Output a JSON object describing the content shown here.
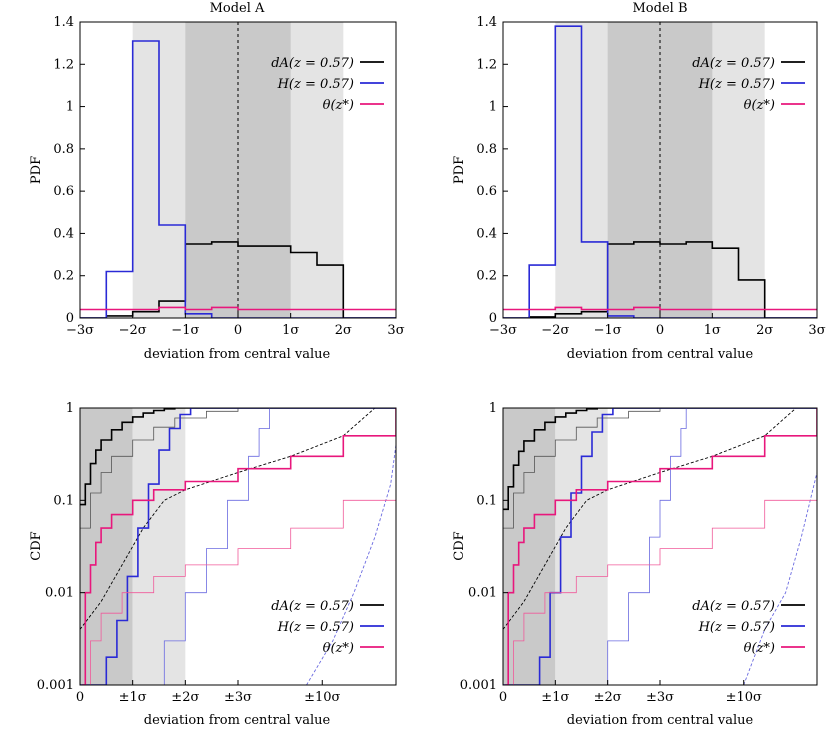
{
  "chart_data": [
    {
      "type": "histogram",
      "title": "Model A",
      "xlabel": "deviation from central value",
      "ylabel": "PDF",
      "xlim": [
        -3,
        3
      ],
      "ylim": [
        0,
        1.4
      ],
      "x_ticks": [
        -3,
        -2,
        -1,
        0,
        1,
        2,
        3
      ],
      "x_tick_labels": [
        "−3σ",
        "−2σ",
        "−1σ",
        "0",
        "1σ",
        "2σ",
        "3σ"
      ],
      "y_ticks": [
        0,
        0.2,
        0.4,
        0.6,
        0.8,
        1,
        1.2,
        1.4
      ],
      "y_tick_labels": [
        "0",
        "0.2",
        "0.4",
        "0.6",
        "0.8",
        "1",
        "1.2",
        "1.4"
      ],
      "bands": [
        {
          "from": -2,
          "to": 2,
          "shade": "light"
        },
        {
          "from": -1,
          "to": 1,
          "shade": "dark"
        }
      ],
      "center_line": 0,
      "legend_position": "top-right",
      "series": [
        {
          "name": "d_A(z = 0.57)",
          "color": "#000000",
          "edges": [
            -3,
            -2.5,
            -2,
            -1.5,
            -1,
            -0.5,
            0,
            0.5,
            1,
            1.5,
            2,
            2.5,
            3
          ],
          "values": [
            0,
            0.01,
            0.03,
            0.08,
            0.35,
            0.36,
            0.34,
            0.34,
            0.31,
            0.25,
            0,
            0
          ]
        },
        {
          "name": "H(z = 0.57)",
          "color": "#2a2ad6",
          "edges": [
            -3,
            -2.5,
            -2,
            -1.5,
            -1,
            -0.5,
            0,
            0.5,
            1,
            1.5,
            2,
            2.5,
            3
          ],
          "values": [
            0,
            0.22,
            1.31,
            0.44,
            0.02,
            0,
            0,
            0,
            0,
            0,
            0,
            0
          ]
        },
        {
          "name": "θ(z_*)",
          "color": "#e8177c",
          "edges": [
            -3,
            -2.5,
            -2,
            -1.5,
            -1,
            -0.5,
            0,
            0.5,
            1,
            1.5,
            2,
            2.5,
            3
          ],
          "values": [
            0.04,
            0.04,
            0.04,
            0.05,
            0.04,
            0.05,
            0.04,
            0.04,
            0.04,
            0.04,
            0.04,
            0.04
          ]
        }
      ]
    },
    {
      "type": "histogram",
      "title": "Model B",
      "xlabel": "deviation from central value",
      "ylabel": "PDF",
      "xlim": [
        -3,
        3
      ],
      "ylim": [
        0,
        1.4
      ],
      "x_ticks": [
        -3,
        -2,
        -1,
        0,
        1,
        2,
        3
      ],
      "x_tick_labels": [
        "−3σ",
        "−2σ",
        "−1σ",
        "0",
        "1σ",
        "2σ",
        "3σ"
      ],
      "y_ticks": [
        0,
        0.2,
        0.4,
        0.6,
        0.8,
        1,
        1.2,
        1.4
      ],
      "y_tick_labels": [
        "0",
        "0.2",
        "0.4",
        "0.6",
        "0.8",
        "1",
        "1.2",
        "1.4"
      ],
      "bands": [
        {
          "from": -2,
          "to": 2,
          "shade": "light"
        },
        {
          "from": -1,
          "to": 1,
          "shade": "dark"
        }
      ],
      "center_line": 0,
      "legend_position": "top-right",
      "series": [
        {
          "name": "d_A(z = 0.57)",
          "color": "#000000",
          "edges": [
            -3,
            -2.5,
            -2,
            -1.5,
            -1,
            -0.5,
            0,
            0.5,
            1,
            1.5,
            2,
            2.5,
            3
          ],
          "values": [
            0,
            0.005,
            0.02,
            0.03,
            0.35,
            0.36,
            0.35,
            0.36,
            0.33,
            0.18,
            0,
            0
          ]
        },
        {
          "name": "H(z = 0.57)",
          "color": "#2a2ad6",
          "edges": [
            -3,
            -2.5,
            -2,
            -1.5,
            -1,
            -0.5,
            0,
            0.5,
            1,
            1.5,
            2,
            2.5,
            3
          ],
          "values": [
            0,
            0.25,
            1.38,
            0.36,
            0.01,
            0,
            0,
            0,
            0,
            0,
            0,
            0
          ]
        },
        {
          "name": "θ(z_*)",
          "color": "#e8177c",
          "edges": [
            -3,
            -2.5,
            -2,
            -1.5,
            -1,
            -0.5,
            0,
            0.5,
            1,
            1.5,
            2,
            2.5,
            3
          ],
          "values": [
            0.04,
            0.04,
            0.05,
            0.04,
            0.04,
            0.05,
            0.04,
            0.04,
            0.04,
            0.04,
            0.04,
            0.04
          ]
        }
      ]
    },
    {
      "type": "line",
      "xlabel": "deviation from central value",
      "ylabel": "CDF",
      "y_scale": "log",
      "xlim": [
        0,
        3.0
      ],
      "ylim": [
        0.001,
        1
      ],
      "x_ticks": [
        0,
        0.5,
        1.0,
        1.5,
        2.3
      ],
      "x_tick_labels": [
        "0",
        "±1σ",
        "±2σ",
        "±3σ",
        "±10σ"
      ],
      "y_ticks": [
        0.001,
        0.01,
        0.1,
        1
      ],
      "y_tick_labels": [
        "0.001",
        "0.01",
        "0.1",
        "1"
      ],
      "bands": [
        {
          "from": 0,
          "to": 0.5,
          "shade": "dark"
        },
        {
          "from": 0.5,
          "to": 1.0,
          "shade": "light"
        }
      ],
      "legend_position": "bottom-right",
      "series": [
        {
          "name": "d_A(z = 0.57)",
          "color": "#000000",
          "style": "step-bold",
          "x": [
            0,
            0.05,
            0.1,
            0.15,
            0.2,
            0.3,
            0.4,
            0.5,
            0.6,
            0.7,
            0.8,
            0.9,
            1.0
          ],
          "y": [
            0.09,
            0.15,
            0.25,
            0.35,
            0.45,
            0.58,
            0.7,
            0.8,
            0.88,
            0.94,
            0.98,
            1.0,
            1.0
          ]
        },
        {
          "series_role": "secondary",
          "color": "#555555",
          "style": "step-thin",
          "x": [
            0,
            0.1,
            0.2,
            0.3,
            0.5,
            0.7,
            0.9,
            1.2,
            1.5
          ],
          "y": [
            0.05,
            0.12,
            0.2,
            0.3,
            0.45,
            0.62,
            0.78,
            0.92,
            1.0
          ]
        },
        {
          "series_role": "secondary",
          "color": "#000000",
          "style": "dashed",
          "x": [
            0,
            0.2,
            0.4,
            0.6,
            0.8,
            1.0,
            1.5,
            2.0,
            2.5,
            2.8
          ],
          "y": [
            0.004,
            0.008,
            0.02,
            0.05,
            0.1,
            0.13,
            0.2,
            0.3,
            0.5,
            1.0
          ]
        },
        {
          "name": "H(z = 0.57)",
          "color": "#2a2ad6",
          "style": "step-bold",
          "x": [
            0,
            0.25,
            0.35,
            0.45,
            0.55,
            0.65,
            0.75,
            0.85,
            0.95,
            1.05
          ],
          "y": [
            0.001,
            0.002,
            0.005,
            0.015,
            0.05,
            0.15,
            0.35,
            0.6,
            0.85,
            1.0
          ]
        },
        {
          "series_role": "secondary",
          "color": "#6a6ae0",
          "style": "step-thin",
          "x": [
            0.6,
            0.8,
            1.0,
            1.2,
            1.4,
            1.6,
            1.7,
            1.8
          ],
          "y": [
            0.001,
            0.003,
            0.01,
            0.03,
            0.1,
            0.3,
            0.6,
            1.0
          ]
        },
        {
          "series_role": "secondary",
          "color": "#6a6ae0",
          "style": "dashed",
          "x": [
            2.15,
            2.4,
            2.6,
            2.8,
            2.95,
            3.0
          ],
          "y": [
            0.001,
            0.003,
            0.01,
            0.04,
            0.15,
            0.4
          ]
        },
        {
          "name": "θ(z_*)",
          "color": "#e8177c",
          "style": "step-bold",
          "x": [
            0.02,
            0.05,
            0.1,
            0.15,
            0.2,
            0.3,
            0.5,
            0.7,
            1.0,
            1.5,
            2.0,
            2.5,
            3.0
          ],
          "y": [
            0.001,
            0.01,
            0.02,
            0.035,
            0.05,
            0.07,
            0.1,
            0.13,
            0.16,
            0.22,
            0.3,
            0.5,
            1.0
          ]
        },
        {
          "series_role": "secondary",
          "color": "#f05a9a",
          "style": "step-thin",
          "x": [
            0.05,
            0.1,
            0.2,
            0.4,
            0.7,
            1.0,
            1.5,
            2.0,
            2.5,
            3.0
          ],
          "y": [
            0.001,
            0.003,
            0.006,
            0.01,
            0.015,
            0.02,
            0.03,
            0.05,
            0.1,
            0.2
          ]
        }
      ]
    },
    {
      "type": "line",
      "xlabel": "deviation from central value",
      "ylabel": "CDF",
      "y_scale": "log",
      "xlim": [
        0,
        3.0
      ],
      "ylim": [
        0.001,
        1
      ],
      "x_ticks": [
        0,
        0.5,
        1.0,
        1.5,
        2.3
      ],
      "x_tick_labels": [
        "0",
        "±1σ",
        "±2σ",
        "±3σ",
        "±10σ"
      ],
      "y_ticks": [
        0.001,
        0.01,
        0.1,
        1
      ],
      "y_tick_labels": [
        "0.001",
        "0.01",
        "0.1",
        "1"
      ],
      "bands": [
        {
          "from": 0,
          "to": 0.5,
          "shade": "dark"
        },
        {
          "from": 0.5,
          "to": 1.0,
          "shade": "light"
        }
      ],
      "legend_position": "bottom-right",
      "series": [
        {
          "name": "d_A(z = 0.57)",
          "color": "#000000",
          "style": "step-bold",
          "x": [
            0,
            0.05,
            0.1,
            0.15,
            0.2,
            0.3,
            0.4,
            0.5,
            0.6,
            0.7,
            0.8,
            0.9,
            1.0
          ],
          "y": [
            0.08,
            0.14,
            0.24,
            0.34,
            0.44,
            0.58,
            0.7,
            0.8,
            0.88,
            0.94,
            0.98,
            1.0,
            1.0
          ]
        },
        {
          "series_role": "secondary",
          "color": "#555555",
          "style": "step-thin",
          "x": [
            0,
            0.1,
            0.2,
            0.3,
            0.5,
            0.7,
            0.9,
            1.2,
            1.5
          ],
          "y": [
            0.05,
            0.12,
            0.2,
            0.3,
            0.45,
            0.62,
            0.78,
            0.92,
            1.0
          ]
        },
        {
          "series_role": "secondary",
          "color": "#000000",
          "style": "dashed",
          "x": [
            0,
            0.2,
            0.4,
            0.6,
            0.8,
            1.0,
            1.5,
            2.0,
            2.5,
            2.8
          ],
          "y": [
            0.004,
            0.008,
            0.02,
            0.05,
            0.1,
            0.13,
            0.2,
            0.3,
            0.5,
            1.0
          ]
        },
        {
          "name": "H(z = 0.57)",
          "color": "#2a2ad6",
          "style": "step-bold",
          "x": [
            0,
            0.35,
            0.45,
            0.55,
            0.65,
            0.75,
            0.85,
            0.95,
            1.05
          ],
          "y": [
            0.001,
            0.002,
            0.01,
            0.04,
            0.12,
            0.3,
            0.55,
            0.85,
            1.0
          ]
        },
        {
          "series_role": "secondary",
          "color": "#6a6ae0",
          "style": "step-thin",
          "x": [
            0.85,
            1.0,
            1.2,
            1.4,
            1.5,
            1.6,
            1.7,
            1.75
          ],
          "y": [
            0.001,
            0.003,
            0.01,
            0.04,
            0.1,
            0.3,
            0.6,
            1.0
          ]
        },
        {
          "series_role": "secondary",
          "color": "#6a6ae0",
          "style": "dashed",
          "x": [
            2.3,
            2.5,
            2.7,
            2.85,
            3.0
          ],
          "y": [
            0.001,
            0.004,
            0.01,
            0.04,
            0.2
          ]
        },
        {
          "name": "θ(z_*)",
          "color": "#e8177c",
          "style": "step-bold",
          "x": [
            0.02,
            0.05,
            0.1,
            0.15,
            0.2,
            0.3,
            0.5,
            0.7,
            1.0,
            1.5,
            2.0,
            2.5,
            3.0
          ],
          "y": [
            0.001,
            0.01,
            0.02,
            0.035,
            0.05,
            0.07,
            0.1,
            0.13,
            0.16,
            0.22,
            0.3,
            0.5,
            1.0
          ]
        },
        {
          "series_role": "secondary",
          "color": "#f05a9a",
          "style": "step-thin",
          "x": [
            0.05,
            0.1,
            0.2,
            0.4,
            0.7,
            1.0,
            1.5,
            2.0,
            2.5,
            3.0
          ],
          "y": [
            0.001,
            0.003,
            0.006,
            0.01,
            0.015,
            0.02,
            0.03,
            0.05,
            0.1,
            0.2
          ]
        }
      ]
    }
  ]
}
